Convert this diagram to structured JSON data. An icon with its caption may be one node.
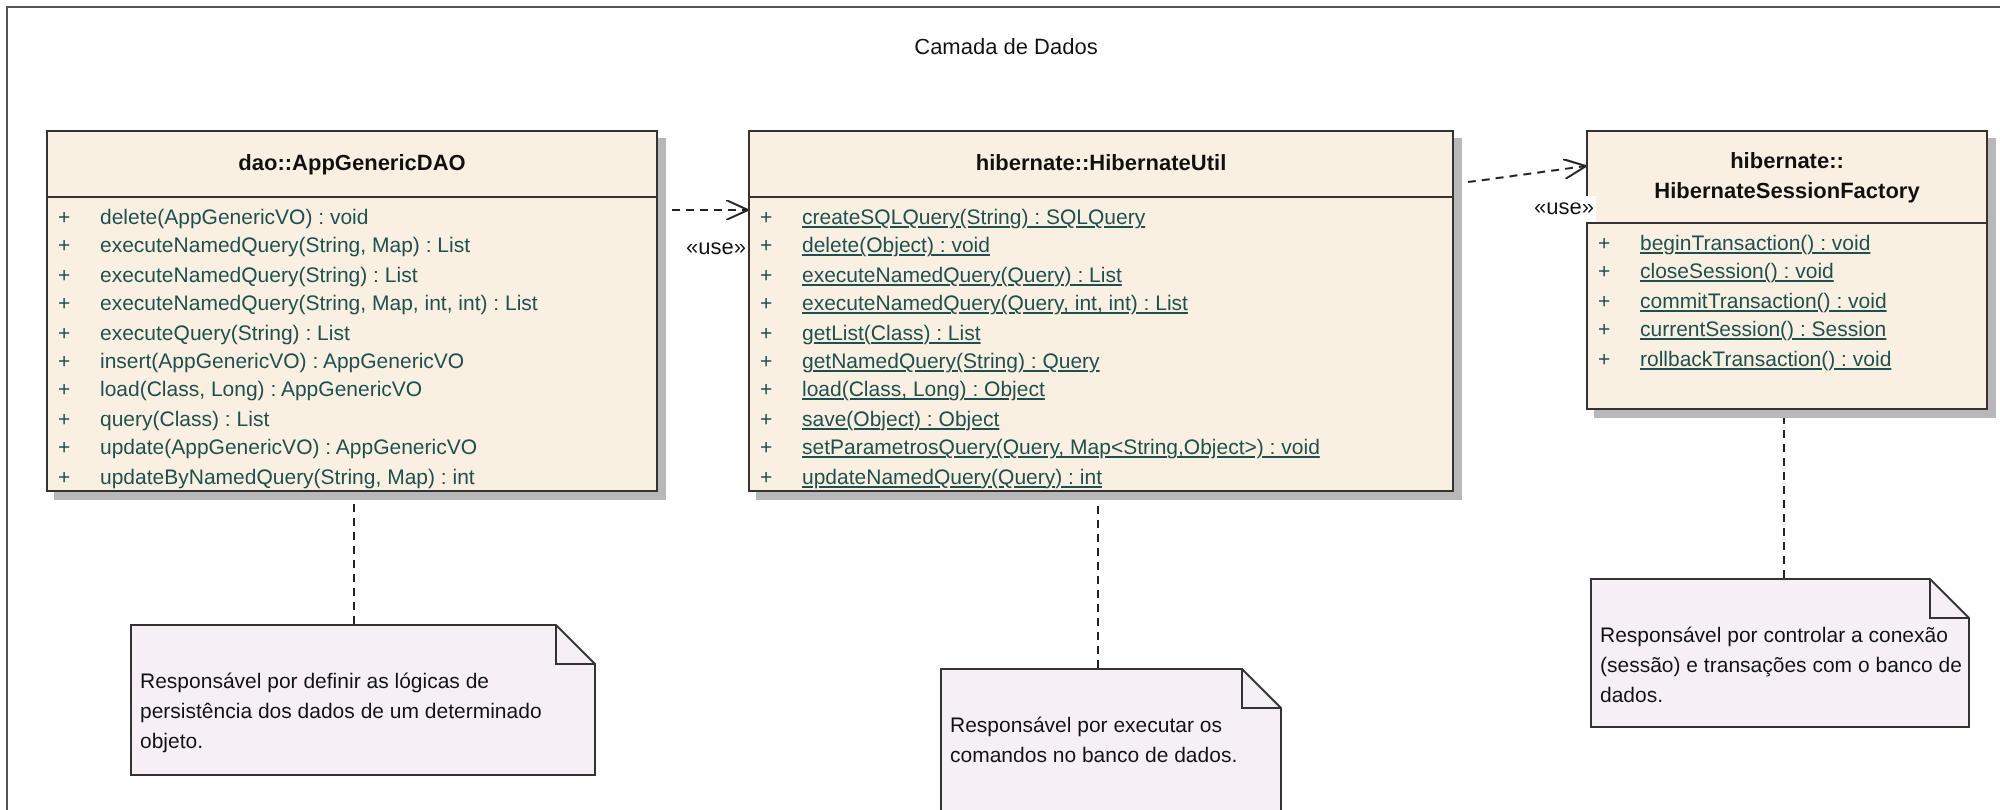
{
  "diagram": {
    "nodes": [
      {
        "text": [
          "Camada de Dados"
        ]
      },
      {
        "text": [
          "dao::AppGenericDAO",
          "+ delete(AppGenericVO) : void",
          "+ executeNamedQuery(String, Map) : List",
          "+ executeNamedQuery(String) : List",
          "+ executeNamedQuery(String, Map, int, int) : List",
          "+ executeQuery(String) : List",
          "+ insert(AppGenericVO) : AppGenericVO",
          "+ load(Class, Long) : AppGenericVO",
          "+ query(Class) : List",
          "+ update(AppGenericVO) : AppGenericVO",
          "+ updateByNamedQuery(String, Map) : int"
        ],
        "in": 0
      },
      {
        "text": [
          "hibernate::HibernateUtil",
          "+ createSQLQuery(String) : SQLQuery",
          "+ delete(Object) : void",
          "+ executeNamedQuery(Query) : List",
          "+ executeNamedQuery(Query, int, int) : List",
          "+ getList(Class) : List",
          "+ getNamedQuery(String) : Query",
          "+ load(Class, Long) : Object",
          "+ save(Object) : Object",
          "+ setParametrosQuery(Query, Map<String,Object>) : void",
          "+ updateNamedQuery(Query) : int"
        ],
        "in": 0
      },
      {
        "text": [
          "hibernate:: HibernateSessionFactory",
          "+ beginTransaction() : void",
          "+ closeSession() : void",
          "+ commitTransaction() : void",
          "+ currentSession() : Session",
          "+ rollbackTransaction() : void"
        ],
        "in": 0
      },
      {
        "text": [
          "Responsável por definir as lógicas de persistência dos dados de um determinado objeto."
        ],
        "in": 0
      },
      {
        "text": [
          "Responsável por executar os comandos no banco de dados."
        ],
        "in": 0
      },
      {
        "text": [
          "Responsável por controlar a conexão (sessão) e transações com o banco de dados."
        ],
        "in": 0
      }
    ],
    "edges": [
      {
        "from": 1,
        "to": 2,
        "arrow": "to",
        "label": "«use»",
        "style": "dashed"
      },
      {
        "from": 2,
        "to": 3,
        "arrow": "to",
        "label": "«use»",
        "style": "dashed"
      },
      {
        "from": 4,
        "to": 1,
        "arrow": "none",
        "style": "dashed"
      },
      {
        "from": 5,
        "to": 2,
        "arrow": "none",
        "style": "dashed"
      },
      {
        "from": 6,
        "to": 3,
        "arrow": "none",
        "style": "dashed"
      }
    ]
  }
}
